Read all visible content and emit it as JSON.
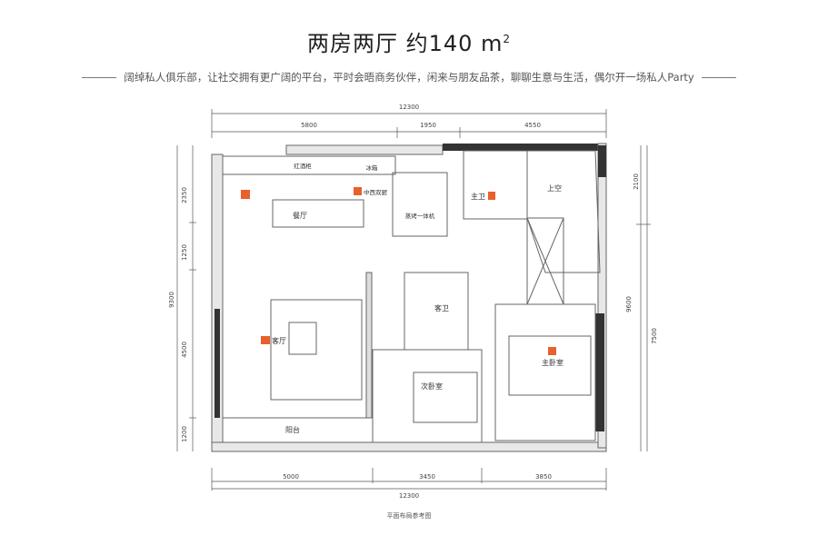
{
  "header": {
    "title": "两房两厅  约140 m",
    "title_sup": "2",
    "subtitle": "阔绰私人俱乐部，让社交拥有更广阔的平台，平时会晤商务伙伴，闲来与朋友品茶，聊聊生意与生活，偶尔开一场私人Party"
  },
  "dimensions": {
    "top_total": "12300",
    "top": [
      "5800",
      "1950",
      "4550"
    ],
    "bottom": [
      "5000",
      "3450",
      "3850"
    ],
    "bottom_total": "12300",
    "left_total": "9300",
    "left": [
      "2350",
      "1250",
      "4500",
      "1200"
    ],
    "right_total": "9600",
    "right": [
      "2100",
      "7500"
    ]
  },
  "rooms": {
    "dining": "餐厅",
    "kitchen": "中西双厨",
    "steam_oven": "蒸烤一体机",
    "wine_cabinet": "红酒柜",
    "fridge": "冰箱",
    "master_bath": "主卫",
    "void": "上空",
    "living": "客厅",
    "guest_bath": "客卫",
    "master_bedroom": "主卧室",
    "second_bedroom": "次卧室",
    "balcony": "阳台"
  },
  "caption": "平面布局参考图",
  "colors": {
    "accent": "#e8602c",
    "wall": "#333333"
  }
}
